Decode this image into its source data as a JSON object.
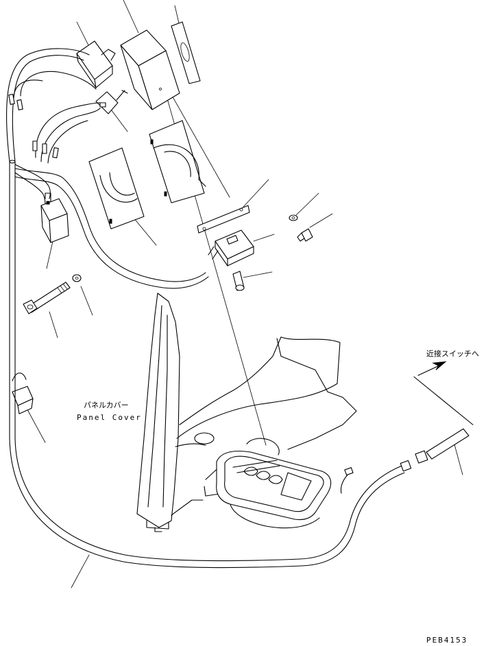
{
  "labels": {
    "panel_cover_jp": "パネルカバー",
    "panel_cover_en": "Panel Cover",
    "proximity_switch_jp": "近接スイッチへ",
    "drawing_code": "PEB4153"
  },
  "colors": {
    "line": "#000000",
    "background": "#ffffff"
  }
}
